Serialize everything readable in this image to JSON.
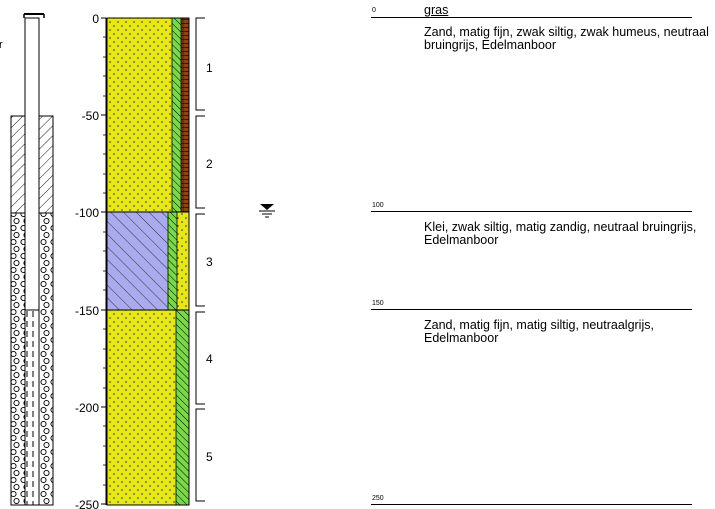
{
  "depth_axis": {
    "ticks": [
      "0",
      "-50",
      "-100",
      "-150",
      "-200",
      "-250"
    ]
  },
  "samples": [
    "1",
    "2",
    "3",
    "4",
    "5"
  ],
  "layer_boundaries": {
    "top": "0",
    "b1": "100",
    "b2": "150",
    "bottom": "250"
  },
  "top_cover": "gras",
  "layers": [
    {
      "description": "Zand, matig fijn, zwak siltig, zwak humeus, neutraal bruingrijs, Edelmanboor"
    },
    {
      "description": "Klei, zwak siltig, matig zandig, neutraal bruingrijs, Edelmanboor"
    },
    {
      "description": "Zand, matig fijn, matig siltig, neutraalgrijs, Edelmanboor"
    }
  ],
  "colors": {
    "sand": "#e6e619",
    "clay": "#aaaaee",
    "silt_stripe": "#7ad94a",
    "humus": "#8b4513"
  },
  "groundwater_symbol": "groundwater-level-icon"
}
